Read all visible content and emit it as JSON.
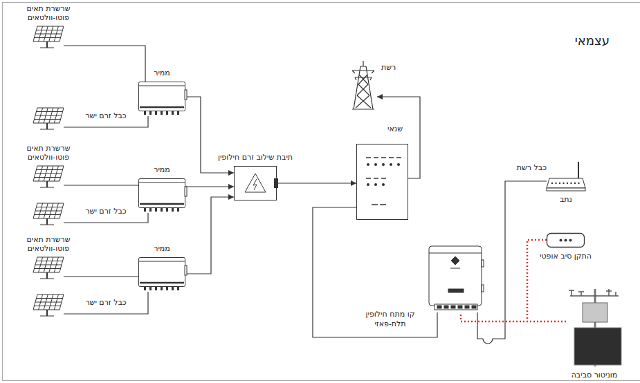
{
  "diagram": {
    "title": "עצמאי",
    "nodes": [
      {
        "text": [
          "שרשרת תאים פוטו-וולטאים"
        ]
      },
      {
        "text": [
          "ממיר"
        ]
      },
      {
        "text": [
          "שרשרת תאים פוטו-וולטאים"
        ]
      },
      {
        "text": [
          "ממיר"
        ]
      },
      {
        "text": [
          "שרשרת תאים פוטו-וולטאים"
        ]
      },
      {
        "text": [
          "ממיר"
        ]
      },
      {
        "text": [
          "תיבת שילוב זרם חילופין"
        ]
      },
      {
        "text": [
          "רשת"
        ]
      },
      {
        "text": [
          "שנאי"
        ]
      },
      {
        "text": [
          "נתב"
        ]
      },
      {
        "text": [
          "התקן סיב אופטי"
        ]
      },
      {
        "text": [
          "מוניטור סביבה"
        ]
      }
    ],
    "edges": [
      {
        "from": 0,
        "to": 1,
        "label": "כבל זרם ישר",
        "arrow": "none"
      },
      {
        "from": 2,
        "to": 3,
        "label": "כבל זרם ישר",
        "arrow": "none"
      },
      {
        "from": 4,
        "to": 5,
        "label": "כבל זרם ישר",
        "arrow": "none"
      },
      {
        "from": 1,
        "to": 6,
        "arrow": "to"
      },
      {
        "from": 3,
        "to": 6,
        "arrow": "to"
      },
      {
        "from": 5,
        "to": 6,
        "arrow": "to"
      },
      {
        "from": 6,
        "to": 8,
        "arrow": "to"
      },
      {
        "from": 8,
        "to": 7,
        "arrow": "to"
      }
    ],
    "labels": [
      "כבל רשת",
      "קו מתח חילופין תלת-פאזי"
    ]
  }
}
